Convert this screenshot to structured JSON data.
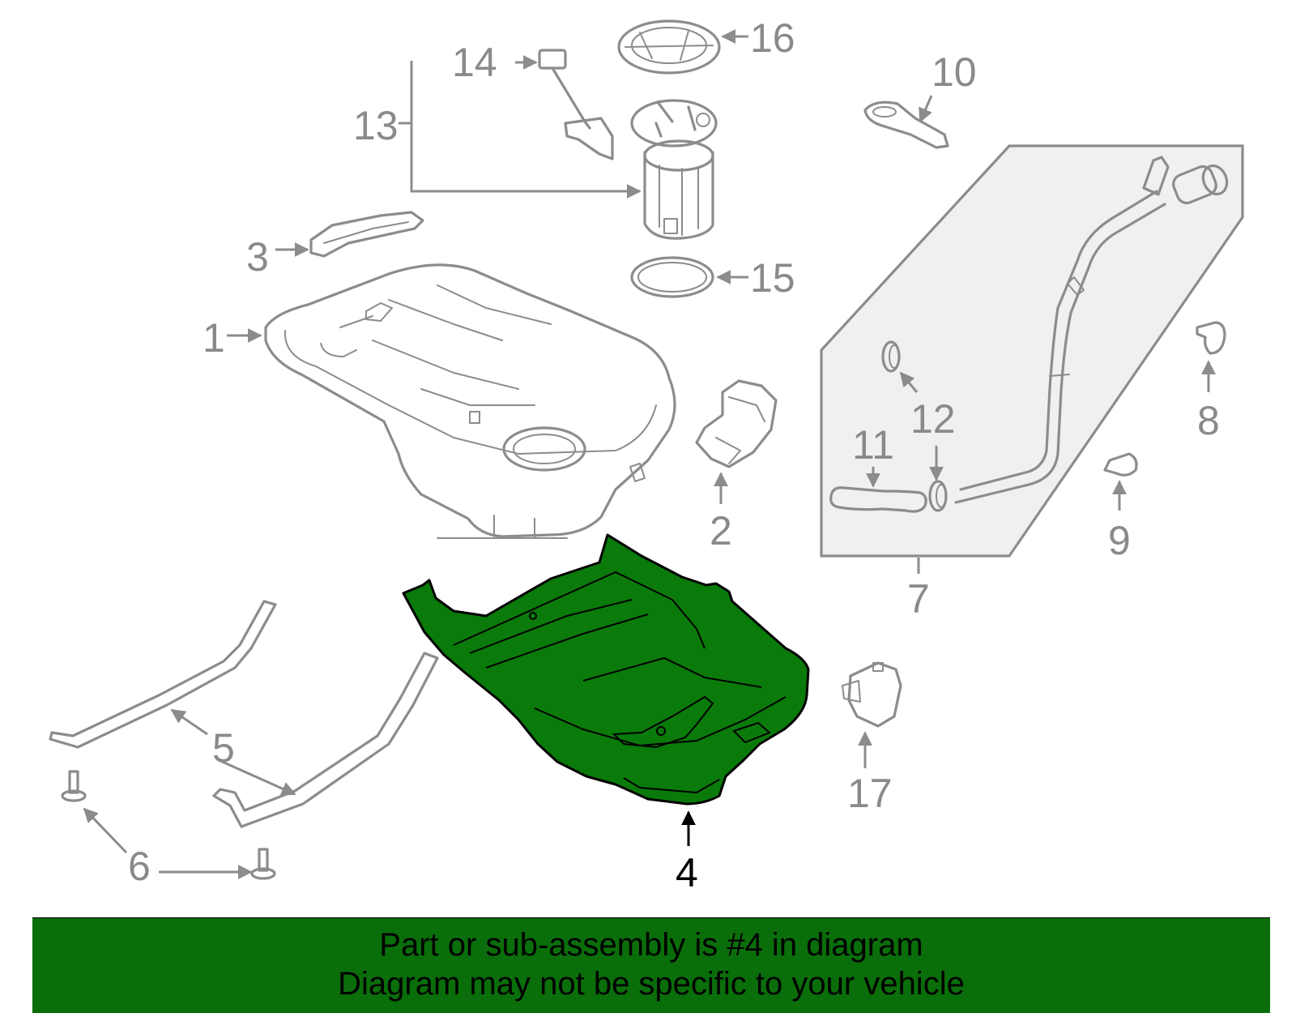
{
  "diagram": {
    "highlighted_part": "4",
    "colors": {
      "highlight_fill": "#0a7a0a",
      "outline_gray": "#8c8c8c",
      "label_gray": "#8a8a8a",
      "banner_green": "#0a6e0a"
    },
    "callouts": [
      "1",
      "2",
      "3",
      "4",
      "5",
      "6",
      "7",
      "8",
      "9",
      "10",
      "11",
      "12",
      "13",
      "14",
      "15",
      "16",
      "17"
    ]
  },
  "banner": {
    "line1": "Part or sub-assembly is #4 in diagram",
    "line2": "Diagram may not be specific to your vehicle"
  }
}
